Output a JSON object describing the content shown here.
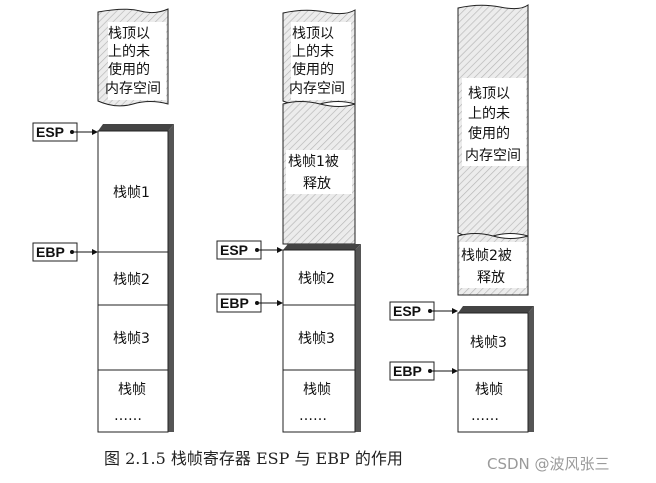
{
  "diagrams": [
    {
      "unused_label": [
        "栈顶以",
        "上的未",
        "使用的",
        "内存空间"
      ],
      "released_label": [],
      "frames": [
        [
          "栈帧1"
        ],
        [
          "栈帧2"
        ],
        [
          "栈帧3"
        ],
        [
          "栈帧",
          "……"
        ]
      ],
      "esp": "ESP",
      "ebp": "EBP"
    },
    {
      "unused_label": [
        "栈顶以",
        "上的未",
        "使用的",
        "内存空间"
      ],
      "released_label": [
        "栈帧1被",
        "释放"
      ],
      "frames": [
        [
          "栈帧2"
        ],
        [
          "栈帧3"
        ],
        [
          "栈帧",
          "……"
        ]
      ],
      "esp": "ESP",
      "ebp": "EBP"
    },
    {
      "unused_label": [
        "栈顶以",
        "上的未",
        "使用的",
        "内存空间"
      ],
      "released_label": [
        "栈帧2被",
        "释放"
      ],
      "frames": [
        [
          "栈帧3"
        ],
        [
          "栈帧",
          "……"
        ]
      ],
      "esp": "ESP",
      "ebp": "EBP"
    }
  ],
  "caption": "图 2.1.5    栈帧寄存器 ESP 与 EBP 的作用",
  "watermark": "CSDN @波风张三"
}
